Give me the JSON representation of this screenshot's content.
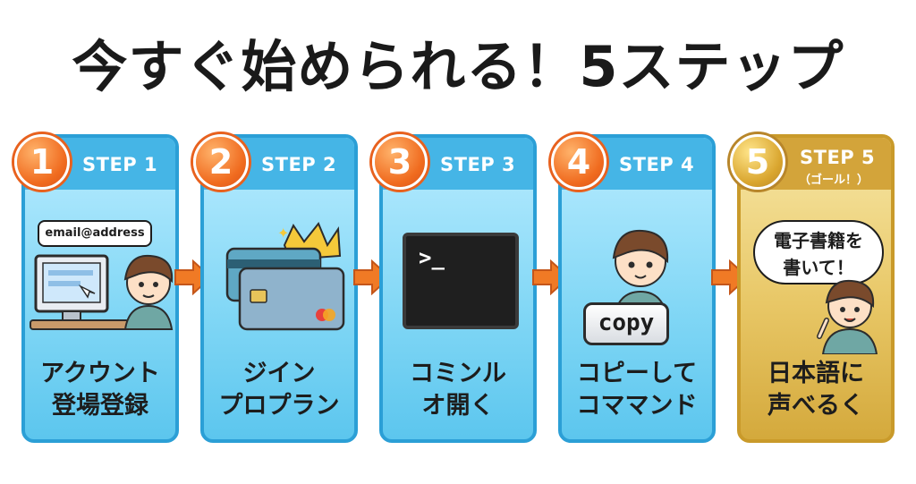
{
  "title": "今すぐ始められる！5ステップ",
  "steps": [
    {
      "number": "1",
      "label": "STEP 1",
      "line1": "アクウント",
      "line2": "登場登録",
      "bubble": "email@address"
    },
    {
      "number": "2",
      "label": "STEP 2",
      "line1": "ジイン",
      "line2": "プロプラン"
    },
    {
      "number": "3",
      "label": "STEP 3",
      "line1": "コミンル",
      "line2": "オ開く",
      "terminal": ">_"
    },
    {
      "number": "4",
      "label": "STEP 4",
      "line1": "コピーして",
      "line2": "コママンド",
      "key": "copy"
    },
    {
      "number": "5",
      "label": "STEP 5",
      "sub": "（ゴール！）",
      "line1": "日本語に",
      "line2": "声べるく",
      "bubble_line1": "電子書籍を",
      "bubble_line2": "書いて！"
    }
  ],
  "colors": {
    "card_blue": "#2b9fd6",
    "card_gold": "#c99a2a",
    "badge_orange": "#f06b1f",
    "arrow_orange": "#f07a25"
  }
}
